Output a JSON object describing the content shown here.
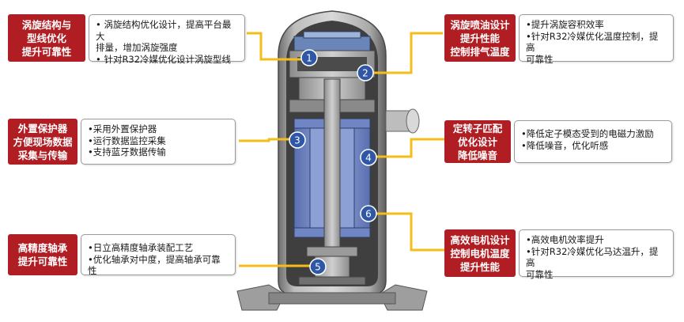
{
  "callouts": [
    {
      "tag": "涡旋结构与\n型线优化\n提升可靠性",
      "items": [
        "•  涡旋结构优化设计，提高平台最大\n    排量，增加涡旋强度",
        "•  针对R32冷媒优化设计涡旋型线"
      ]
    },
    {
      "tag": "涡旋喷油设计\n提升性能\n控制排气温度",
      "items": [
        "•提升涡旋容积效率",
        "•针对R32冷媒优化温度控制，提高\n  可靠性"
      ]
    },
    {
      "tag": "外置保护器\n方便现场数据\n采集与传输",
      "items": [
        "•采用外置保护器",
        "•运行数据监控采集",
        "•支持蓝牙数据传输"
      ]
    },
    {
      "tag": "定转子匹配\n优化设计\n降低噪音",
      "items": [
        "•降低定子模态受到的电磁力激励",
        "•降低噪音，优化听感"
      ]
    },
    {
      "tag": "高精度轴承\n提升可靠性",
      "items": [
        "•日立高精度轴承装配工艺",
        "•优化轴承对中度，提高轴承可靠性"
      ]
    },
    {
      "tag": "高效电机设计\n控制电机温度\n提升性能",
      "items": [
        "•高效电机效率提升",
        "•针对R32冷媒优化马达温升，提高\n  可靠性"
      ]
    }
  ],
  "badges": [
    "1",
    "2",
    "3",
    "4",
    "5",
    "6"
  ],
  "colors": {
    "tag": "#b01d23",
    "connector": "#f3bd1a",
    "badge": "#2f57a6",
    "stator": "#7a8fc7"
  }
}
